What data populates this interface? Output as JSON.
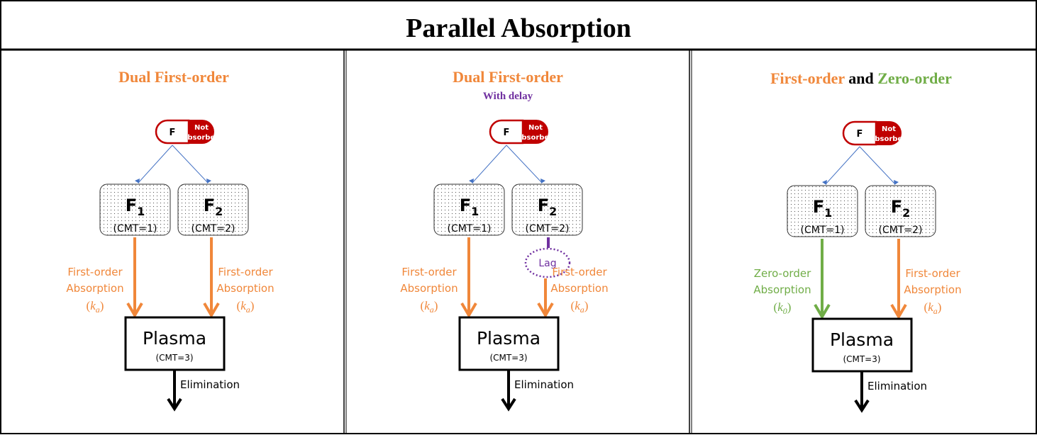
{
  "title": "Parallel Absorption",
  "colors": {
    "orange": "#F0873A",
    "green": "#70AD47",
    "purple": "#7030A0",
    "red": "#C00000",
    "blue": "#4472C4",
    "black": "#000000"
  },
  "panels": [
    {
      "title_parts": [
        {
          "text": "Dual First-order",
          "color": "orange"
        }
      ],
      "subtitle": "",
      "pill": {
        "left": "F",
        "right_line1": "Not",
        "right_line2": "absorbed"
      },
      "depots": [
        {
          "label": "F",
          "sub": "1",
          "cmt": "(CMT=1)"
        },
        {
          "label": "F",
          "sub": "2",
          "cmt": "(CMT=2)"
        }
      ],
      "routes": [
        {
          "line1": "First-order",
          "line2": "Absorption",
          "symbol": "k",
          "symbol_sub": "a",
          "color": "orange",
          "lag": ""
        },
        {
          "line1": "First-order",
          "line2": "Absorption",
          "symbol": "k",
          "symbol_sub": "a",
          "color": "orange",
          "lag": ""
        }
      ],
      "central": {
        "label": "Plasma",
        "cmt": "(CMT=3)"
      },
      "elimination": "Elimination"
    },
    {
      "title_parts": [
        {
          "text": "Dual First-order",
          "color": "orange"
        }
      ],
      "subtitle": "With delay",
      "pill": {
        "left": "F",
        "right_line1": "Not",
        "right_line2": "absorbed"
      },
      "depots": [
        {
          "label": "F",
          "sub": "1",
          "cmt": "(CMT=1)"
        },
        {
          "label": "F",
          "sub": "2",
          "cmt": "(CMT=2)"
        }
      ],
      "routes": [
        {
          "line1": "First-order",
          "line2": "Absorption",
          "symbol": "k",
          "symbol_sub": "a",
          "color": "orange",
          "lag": ""
        },
        {
          "line1": "First-order",
          "line2": "Absorption",
          "symbol": "k",
          "symbol_sub": "a",
          "color": "orange",
          "lag": "Lag"
        }
      ],
      "central": {
        "label": "Plasma",
        "cmt": "(CMT=3)"
      },
      "elimination": "Elimination"
    },
    {
      "title_parts": [
        {
          "text": "First-order",
          "color": "orange"
        },
        {
          "text": " and ",
          "color": "black"
        },
        {
          "text": "Zero-order",
          "color": "green"
        }
      ],
      "subtitle": "",
      "pill": {
        "left": "F",
        "right_line1": "Not",
        "right_line2": "absorbed"
      },
      "depots": [
        {
          "label": "F",
          "sub": "1",
          "cmt": "(CMT=1)"
        },
        {
          "label": "F",
          "sub": "2",
          "cmt": "(CMT=2)"
        }
      ],
      "routes": [
        {
          "line1": "Zero-order",
          "line2": "Absorption",
          "symbol": "k",
          "symbol_sub": "0",
          "color": "green",
          "lag": ""
        },
        {
          "line1": "First-order",
          "line2": "Absorption",
          "symbol": "k",
          "symbol_sub": "a",
          "color": "orange",
          "lag": ""
        }
      ],
      "central": {
        "label": "Plasma",
        "cmt": "(CMT=3)"
      },
      "elimination": "Elimination"
    }
  ]
}
